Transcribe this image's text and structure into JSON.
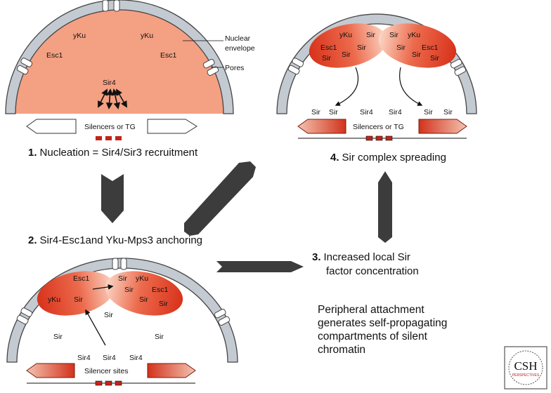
{
  "panel1": {
    "yku_left": "yKu",
    "yku_right": "yKu",
    "esc1_left": "Esc1",
    "esc1_right": "Esc1",
    "sir4": "Sir4",
    "silencers": "Silencers or TG",
    "nuclear_envelope_line1": "Nuclear",
    "nuclear_envelope_line2": "envelope",
    "pores": "Pores",
    "caption_num": "1.",
    "caption": "Nucleation = Sir4/Sir3 recruitment"
  },
  "panel2": {
    "caption_num": "2.",
    "caption": "Sir4-Esc1and Yku-Mps3 anchoring",
    "left_blob": {
      "esc1": "Esc1",
      "yku": "yKu",
      "sir": "Sir"
    },
    "right_blob": {
      "sir1": "Sir",
      "yku": "yKu",
      "sir2": "Sir",
      "esc1": "Esc1",
      "sir3": "Sir",
      "sir4": "Sir"
    },
    "free_sir_center": "Sir",
    "free_sir_left": "Sir",
    "free_sir_right": "Sir",
    "sir4_a": "Sir4",
    "sir4_b": "Sir4",
    "sir4_c": "Sir4",
    "silencer_sites": "Silencer sites"
  },
  "panel3": {
    "caption_num": "3.",
    "caption_line1": "Increased local Sir",
    "caption_line2": "factor concentration"
  },
  "panel4": {
    "caption_num": "4.",
    "caption": "Sir complex spreading",
    "left_blob": {
      "yku": "yKu",
      "sir1": "Sir",
      "esc1": "Esc1",
      "sir2": "Sir",
      "sir3": "Sir",
      "sir4": "Sir"
    },
    "right_blob": {
      "sir1": "Sir",
      "yku": "yKu",
      "sir2": "Sir",
      "esc1": "Esc1",
      "sir3": "Sir",
      "sir4": "Sir"
    },
    "dna_labels": [
      "Sir",
      "Sir",
      "Sir4",
      "Sir4",
      "Sir",
      "Sir"
    ],
    "silencers": "Silencers or TG"
  },
  "note": {
    "line1": "Peripheral attachment",
    "line2": "generates self-propagating",
    "line3": "compartments of silent",
    "line4": "chromatin"
  },
  "logo": {
    "line1": "CSH",
    "line2": "PERSPECTIVES"
  },
  "colors": {
    "nucleus_fill": "#f4a083",
    "envelope_fill": "#c4cad1",
    "blob_dark": "#e2381f",
    "blob_light": "#f8c9b2",
    "silencer_box": "#c0251a",
    "big_arrow": "#3c3c3c"
  }
}
